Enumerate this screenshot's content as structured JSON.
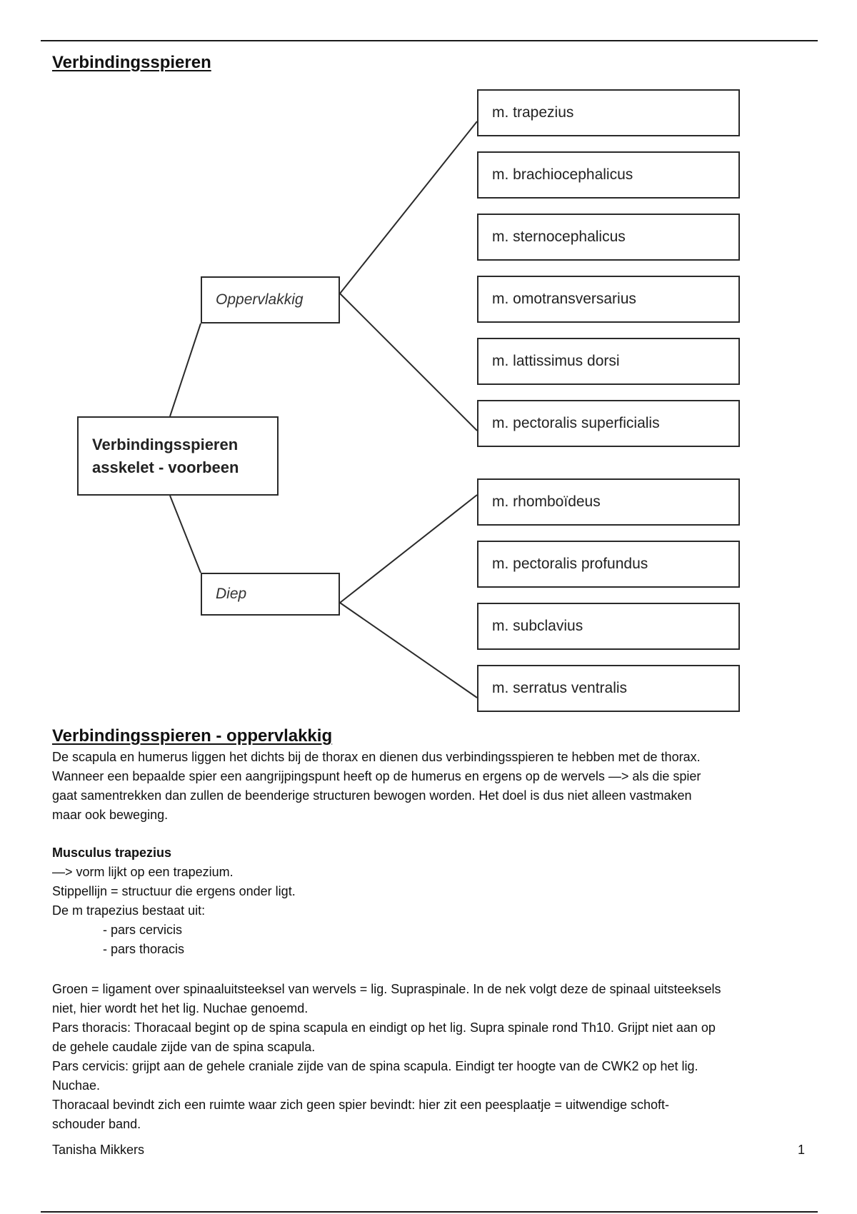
{
  "title": "Verbindingsspieren",
  "diagram": {
    "root": {
      "line1": "Verbindingsspieren",
      "line2": "asskelet - voorbeen"
    },
    "superficial": {
      "label": "Oppervlakkig",
      "muscles": [
        "m. trapezius",
        "m. brachiocephalicus",
        "m. sternocephalicus",
        "m. omotransversarius",
        "m. lattissimus dorsi",
        "m. pectoralis superficialis"
      ]
    },
    "deep": {
      "label": "Diep",
      "muscles": [
        "m. rhomboïdeus",
        "m. pectoralis profundus",
        "m. subclavius",
        "m. serratus ventralis"
      ]
    }
  },
  "section2": {
    "title": "Verbindingsspieren - oppervlakkig",
    "intro": [
      "De scapula en humerus liggen het dichts bij de thorax en dienen dus verbindingsspieren te hebben met de thorax.",
      "Wanneer een bepaalde spier een aangrijpingspunt heeft op de humerus en ergens op de wervels —> als die spier",
      "gaat samentrekken dan zullen de beenderige structuren bewogen worden. Het doel is dus niet alleen vastmaken",
      "maar ook beweging."
    ],
    "trapezius": {
      "title": "Musculus trapezius",
      "lines": [
        "—> vorm lijkt op een trapezium.",
        "Stippellijn = structuur die ergens onder ligt.",
        "De m trapezius bestaat uit:"
      ],
      "parts": [
        "- pars cervicis",
        "- pars thoracis"
      ]
    },
    "notes": [
      "Groen = ligament over spinaaluitsteeksel van wervels = lig. Supraspinale. In de nek volgt deze de spinaal uitsteeksels",
      "niet, hier wordt het het lig. Nuchae genoemd.",
      "Pars thoracis: Thoracaal begint op de spina scapula en eindigt op het lig. Supra spinale rond Th10. Grijpt niet aan op",
      "de gehele caudale zijde van de spina scapula.",
      "Pars cervicis: grijpt aan de gehele craniale zijde van de spina scapula. Eindigt ter hoogte van de CWK2 op het lig.",
      "Nuchae.",
      "Thoracaal bevindt zich een ruimte waar zich geen spier bevindt: hier zit een peesplaatje = uitwendige schoft-",
      "schouder band."
    ]
  },
  "footer": {
    "author": "Tanisha Mikkers",
    "page": "1"
  }
}
